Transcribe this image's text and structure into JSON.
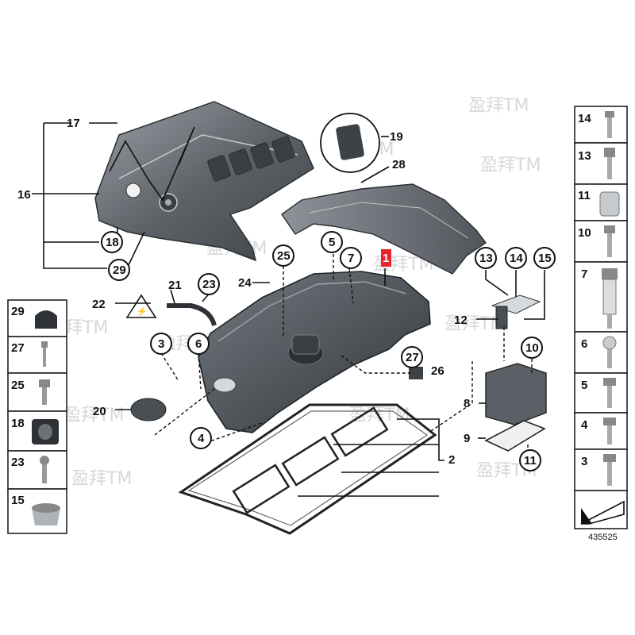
{
  "diagram_number": "435525",
  "watermark": "盈拜TM",
  "callouts": {
    "c1": "1",
    "c2": "2",
    "c3": "3",
    "c4": "4",
    "c5": "5",
    "c6": "6",
    "c7": "7",
    "c8": "8",
    "c9": "9",
    "c10": "10",
    "c11": "11",
    "c12": "12",
    "c13": "13",
    "c14": "14",
    "c15": "15",
    "c16": "16",
    "c17": "17",
    "c18": "18",
    "c19": "19",
    "c20": "20",
    "c21": "21",
    "c22": "22",
    "c23": "23",
    "c24": "24",
    "c25": "25",
    "c26": "26",
    "c27": "27",
    "c28": "28",
    "c29": "29"
  },
  "left_panel": [
    "29",
    "27",
    "25",
    "18",
    "23",
    "15"
  ],
  "right_panel": [
    "14",
    "13",
    "11",
    "10",
    "7",
    "6",
    "5",
    "4",
    "3"
  ],
  "colors": {
    "part_dark": "#4a4f55",
    "part_mid": "#7d8389",
    "part_light": "#b3b8bd",
    "highlight": "#e8232a"
  }
}
